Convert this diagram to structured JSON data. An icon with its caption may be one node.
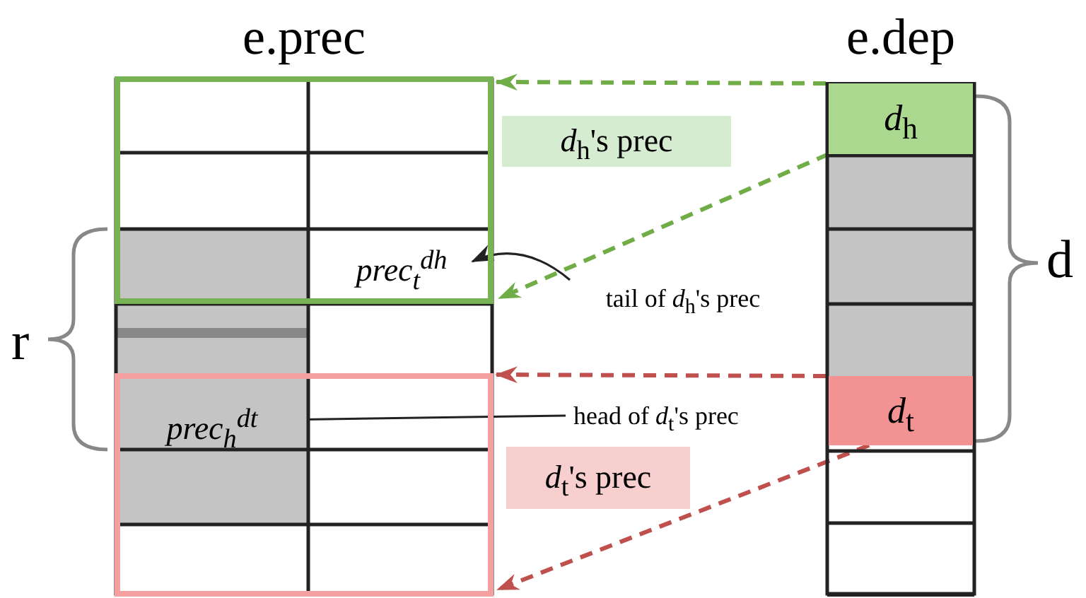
{
  "diagram": {
    "nodes": [
      {
        "text": [
          "e.prec"
        ]
      },
      {
        "text": [],
        "shape": "box",
        "in": 0
      },
      {
        "text": [
          "*d*$_{h}$'s prec"
        ]
      },
      {
        "text": [
          "prec$_{t}$$^{dh}$"
        ],
        "in": 1
      },
      {
        "text": [],
        "shape": "box",
        "in": 0
      },
      {
        "text": [
          "prec$_{h}$$^{dt}$"
        ],
        "in": 4
      },
      {
        "text": [
          "*d*$_{t}$'s prec"
        ]
      },
      {
        "text": [
          "e.dep"
        ]
      },
      {
        "text": [
          "*d*$_{h}$"
        ],
        "in": 7
      },
      {
        "text": [
          "*d*$_{t}$"
        ],
        "in": 7
      },
      {
        "text": [
          "tail of *d*$_{h}$'s prec"
        ]
      },
      {
        "text": [
          "head of *d*$_{t}$'s prec"
        ]
      }
    ],
    "edges": [
      {
        "from": 8,
        "to": 1,
        "arrow": "to",
        "style": "dashed",
        "color": "#70ad47"
      },
      {
        "from": 8,
        "to": 1,
        "arrow": "to",
        "style": "dashed",
        "color": "#70ad47"
      },
      {
        "from": 9,
        "to": 4,
        "arrow": "to",
        "style": "dashed",
        "color": "#c0504d"
      },
      {
        "from": 9,
        "to": 4,
        "arrow": "to",
        "style": "dashed",
        "color": "#c0504d"
      },
      {
        "from": 10,
        "to": 3,
        "arrow": "to",
        "color": "#222222"
      },
      {
        "from": 11,
        "to": 5,
        "arrow": "to",
        "color": "#222222"
      }
    ],
    "labels": [
      "r",
      "d"
    ]
  }
}
